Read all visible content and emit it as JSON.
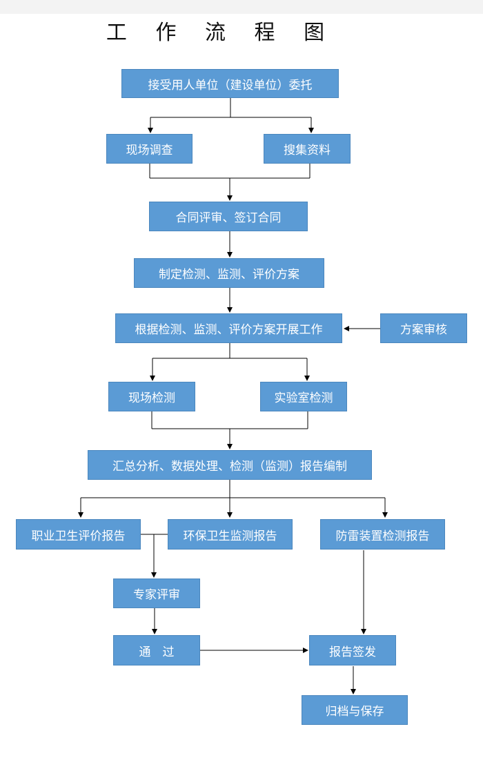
{
  "title": "工 作 流 程 图",
  "nodes": {
    "entrust": "接受用人单位（建设单位）委托",
    "site_survey": "现场调查",
    "collect_data": "搜集资料",
    "contract": "合同评审、签订合同",
    "make_plan": "制定检测、监测、评价方案",
    "execute": "根据检测、监测、评价方案开展工作",
    "plan_review": "方案审核",
    "site_test": "现场检测",
    "lab_test": "实验室检测",
    "summary": "汇总分析、数据处理、检测（监测）报告编制",
    "occ_report": "职业卫生评价报告",
    "env_report": "环保卫生监测报告",
    "lightning_report": "防雷装置检测报告",
    "expert_review": "专家评审",
    "pass": "通　过",
    "report_sign": "报告签发",
    "archive": "归档与保存"
  },
  "colors": {
    "box_fill": "#5b9bd5",
    "box_text": "#ffffff",
    "line": "#000000"
  }
}
